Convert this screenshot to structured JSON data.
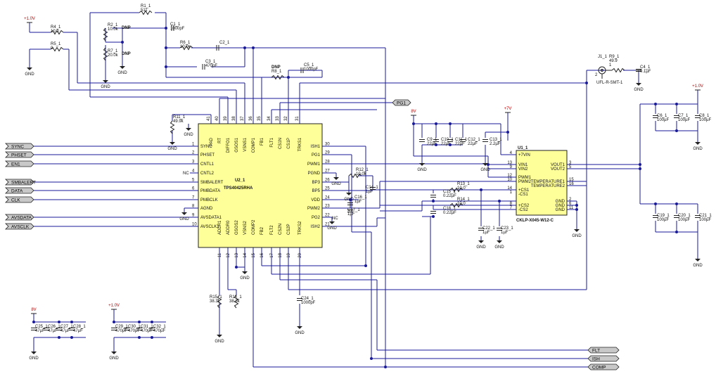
{
  "u2": {
    "ref": "U2_1",
    "part": "TPS40425RHA",
    "left_pins": [
      {
        "num": "1",
        "name": "SYNC"
      },
      {
        "num": "2",
        "name": "PHSET"
      },
      {
        "num": "3",
        "name": "CNTL1"
      },
      {
        "num": "4",
        "name": "CNTL2"
      },
      {
        "num": "5",
        "name": "SMBALERT"
      },
      {
        "num": "6",
        "name": "PMBDATA"
      },
      {
        "num": "7",
        "name": "PMBCLK"
      },
      {
        "num": "8",
        "name": "AGND"
      },
      {
        "num": "9",
        "name": "AVSDATA1"
      },
      {
        "num": "10",
        "name": "AVSCLK1"
      }
    ],
    "right_pins": [
      {
        "num": "30",
        "name": "ISH1"
      },
      {
        "num": "29",
        "name": "PG1"
      },
      {
        "num": "28",
        "name": "PWM1"
      },
      {
        "num": "27",
        "name": "PGND"
      },
      {
        "num": "26",
        "name": "BP3"
      },
      {
        "num": "25",
        "name": "BP5"
      },
      {
        "num": "24",
        "name": "VDD"
      },
      {
        "num": "23",
        "name": "PWM2"
      },
      {
        "num": "22",
        "name": "PG2"
      },
      {
        "num": "21",
        "name": "ISH2"
      }
    ],
    "top_pins": [
      {
        "num": "41",
        "name": "PAD"
      },
      {
        "num": "40",
        "name": "RT"
      },
      {
        "num": "39",
        "name": "DIFFO1"
      },
      {
        "num": "38",
        "name": "GSOS1"
      },
      {
        "num": "37",
        "name": "VSNS1"
      },
      {
        "num": "36",
        "name": "COMP1"
      },
      {
        "num": "35",
        "name": "FB1"
      },
      {
        "num": "34",
        "name": "FLT1"
      },
      {
        "num": "33",
        "name": "CS1N"
      },
      {
        "num": "32",
        "name": "CS1P"
      },
      {
        "num": "31",
        "name": "TRKS1"
      }
    ],
    "bottom_pins": [
      {
        "num": "11",
        "name": "ADDR1"
      },
      {
        "num": "12",
        "name": "ADDR0"
      },
      {
        "num": "13",
        "name": "GSOS2"
      },
      {
        "num": "14",
        "name": "VSNS2"
      },
      {
        "num": "15",
        "name": "COMP2"
      },
      {
        "num": "16",
        "name": "FB2"
      },
      {
        "num": "17",
        "name": "FLT2"
      },
      {
        "num": "18",
        "name": "CS2N"
      },
      {
        "num": "19",
        "name": "CS2P"
      },
      {
        "num": "20",
        "name": "TRKS2"
      }
    ],
    "nc_label": "NC"
  },
  "u1": {
    "ref": "U1_1",
    "part": "CKLP-X045-W12-C",
    "left_pins": [
      {
        "num": "4",
        "name": "+7VIN"
      },
      {
        "num": "13",
        "name": "VIN1"
      },
      {
        "num": "9",
        "name": "VIN2"
      },
      {
        "num": "12",
        "name": "PWM1"
      },
      {
        "num": "10",
        "name": "PWM2"
      },
      {
        "num": "14",
        "name": "+CS1"
      },
      {
        "num": "1",
        "name": "-CS1"
      },
      {
        "num": "8",
        "name": "+CS2"
      },
      {
        "num": "7",
        "name": "-CS2"
      }
    ],
    "right_pins": [
      {
        "num": "3",
        "name": "VOUT1"
      },
      {
        "num": "5",
        "name": "VOUT2"
      },
      {
        "num": "15",
        "name": "TEMPERATURE1"
      },
      {
        "num": "16",
        "name": "TEMPERATURE2"
      },
      {
        "num": "2",
        "name": "GND"
      },
      {
        "num": "6",
        "name": "GND"
      },
      {
        "num": "11",
        "name": "GND"
      }
    ]
  },
  "left_ports": [
    "SYNC",
    "PHSET",
    "EN1",
    "SMBALERT",
    "DATA",
    "CLK",
    "AVSDATA",
    "AVSCLK"
  ],
  "right_ports": [
    "PG1",
    "FLT",
    "ISH",
    "COMP"
  ],
  "supplies": [
    "+1.0V",
    "+1.0V",
    "8V",
    "+7V",
    "+1.0V",
    "8V",
    "+1.0V"
  ],
  "ground_label": "GND",
  "resistors": [
    {
      "ref": "R1_1",
      "value": "511"
    },
    {
      "ref": "R2_1",
      "value": "10.0k",
      "note": "DNP"
    },
    {
      "ref": "R4_1",
      "value": "10.0"
    },
    {
      "ref": "R5_1",
      "value": "0"
    },
    {
      "ref": "R6_1",
      "value": "10.0k"
    },
    {
      "ref": "R7_1",
      "value": "20.0k",
      "note": "DNP"
    },
    {
      "ref": "R8_1",
      "value": "",
      "note": "DNP"
    },
    {
      "ref": "R9_1",
      "value": "49.9"
    },
    {
      "ref": "R11_1",
      "value": "49.9k"
    },
    {
      "ref": "R12_1",
      "value": "10.0k"
    },
    {
      "ref": "R13_1",
      "value": "10.0"
    },
    {
      "ref": "R14_1",
      "value": "10.0"
    },
    {
      "ref": "R15_1",
      "value": "38.3k"
    },
    {
      "ref": "R16_1",
      "value": "38.3k"
    }
  ],
  "capacitors": [
    {
      "ref": "C1_1",
      "value": "1000pF"
    },
    {
      "ref": "C2_1",
      "value": ""
    },
    {
      "ref": "C3_1",
      "value": "470pF"
    },
    {
      "ref": "C4_1",
      "value": "0.1µF"
    },
    {
      "ref": "C5_1",
      "value": "1000pF"
    },
    {
      "ref": "C6_1",
      "value": "100µF"
    },
    {
      "ref": "C7_1",
      "value": "100µF"
    },
    {
      "ref": "C8_1",
      "value": "100µF"
    },
    {
      "ref": "C9_1",
      "value": "22µF"
    },
    {
      "ref": "C10_1",
      "value": "22µF"
    },
    {
      "ref": "C11_1",
      "value": "22µF"
    },
    {
      "ref": "C12_1",
      "value": "22µF"
    },
    {
      "ref": "C13_1",
      "value": "2.2µF"
    },
    {
      "ref": "C14_1",
      "value": "1µF"
    },
    {
      "ref": "C15_1",
      "value": "0.22µF"
    },
    {
      "ref": "C16_1",
      "value": "1µF"
    },
    {
      "ref": "C17_1",
      "value": "1µF"
    },
    {
      "ref": "C18_1",
      "value": "0.22µF"
    },
    {
      "ref": "C19_1",
      "value": "100µF"
    },
    {
      "ref": "C20_1",
      "value": "100µF"
    },
    {
      "ref": "C21_1",
      "value": "100µF"
    },
    {
      "ref": "C22_1",
      "value": "1µF"
    },
    {
      "ref": "C23_1",
      "value": "1µF"
    },
    {
      "ref": "C24_1",
      "value": "1000pF"
    },
    {
      "ref": "C25_1",
      "value": "47µF"
    },
    {
      "ref": "C26_1",
      "value": "47µF"
    },
    {
      "ref": "C27_1",
      "value": "47µF"
    },
    {
      "ref": "C28_1",
      "value": "47µF"
    },
    {
      "ref": "C29_1",
      "value": "470µF"
    },
    {
      "ref": "C30_1",
      "value": "470µF"
    },
    {
      "ref": "C31_1",
      "value": "470µF"
    },
    {
      "ref": "C32_1",
      "value": "470µF"
    }
  ],
  "connector": {
    "ref": "J1_1",
    "part": "UFL-R-SMT-1",
    "pin1": "1",
    "pin2": "2"
  },
  "colors": {
    "wire": "#1a1a99",
    "ic_fill": "#ffff99",
    "supply_text": "#c00000",
    "port_fill": "#c8c8c8"
  }
}
